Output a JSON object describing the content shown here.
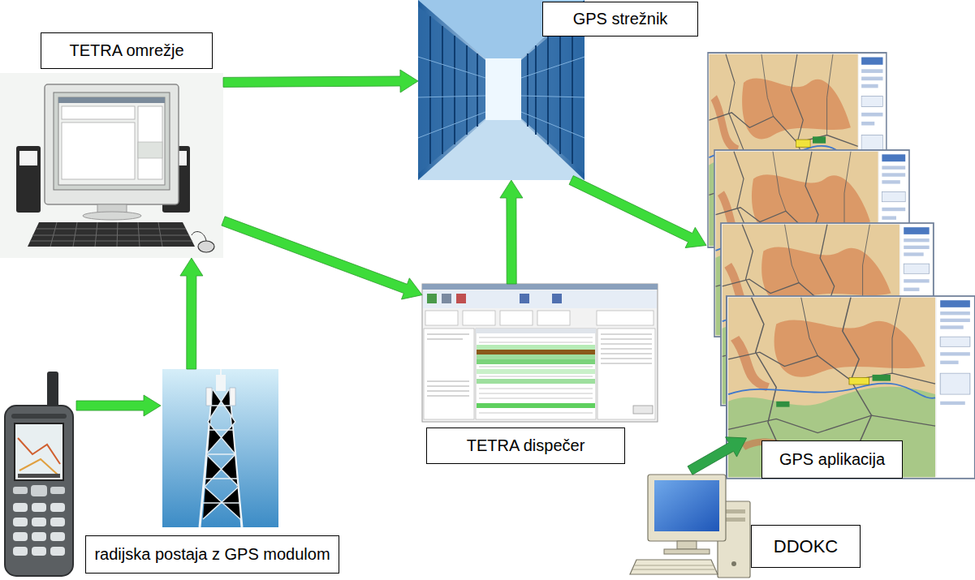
{
  "diagram": {
    "nodes": [
      {
        "text": [
          "TETRA omrežje"
        ]
      },
      {
        "text": [
          "GPS strežnik"
        ]
      },
      {
        "text": [
          "GPS aplikacija"
        ]
      },
      {
        "text": [
          "TETRA dispečer"
        ]
      },
      {
        "text": [
          "radijska postaja z GPS modulom"
        ]
      },
      {
        "text": [
          "DDOKC"
        ]
      }
    ],
    "edges": [
      {
        "from": 4,
        "to": 0,
        "arrow": "to"
      },
      {
        "from": 0,
        "to": 1,
        "arrow": "to"
      },
      {
        "from": 0,
        "to": 3,
        "arrow": "to"
      },
      {
        "from": 3,
        "to": 1,
        "arrow": "to"
      },
      {
        "from": 1,
        "to": 2,
        "arrow": "to"
      },
      {
        "from": 5,
        "to": 2,
        "arrow": "to"
      }
    ]
  }
}
